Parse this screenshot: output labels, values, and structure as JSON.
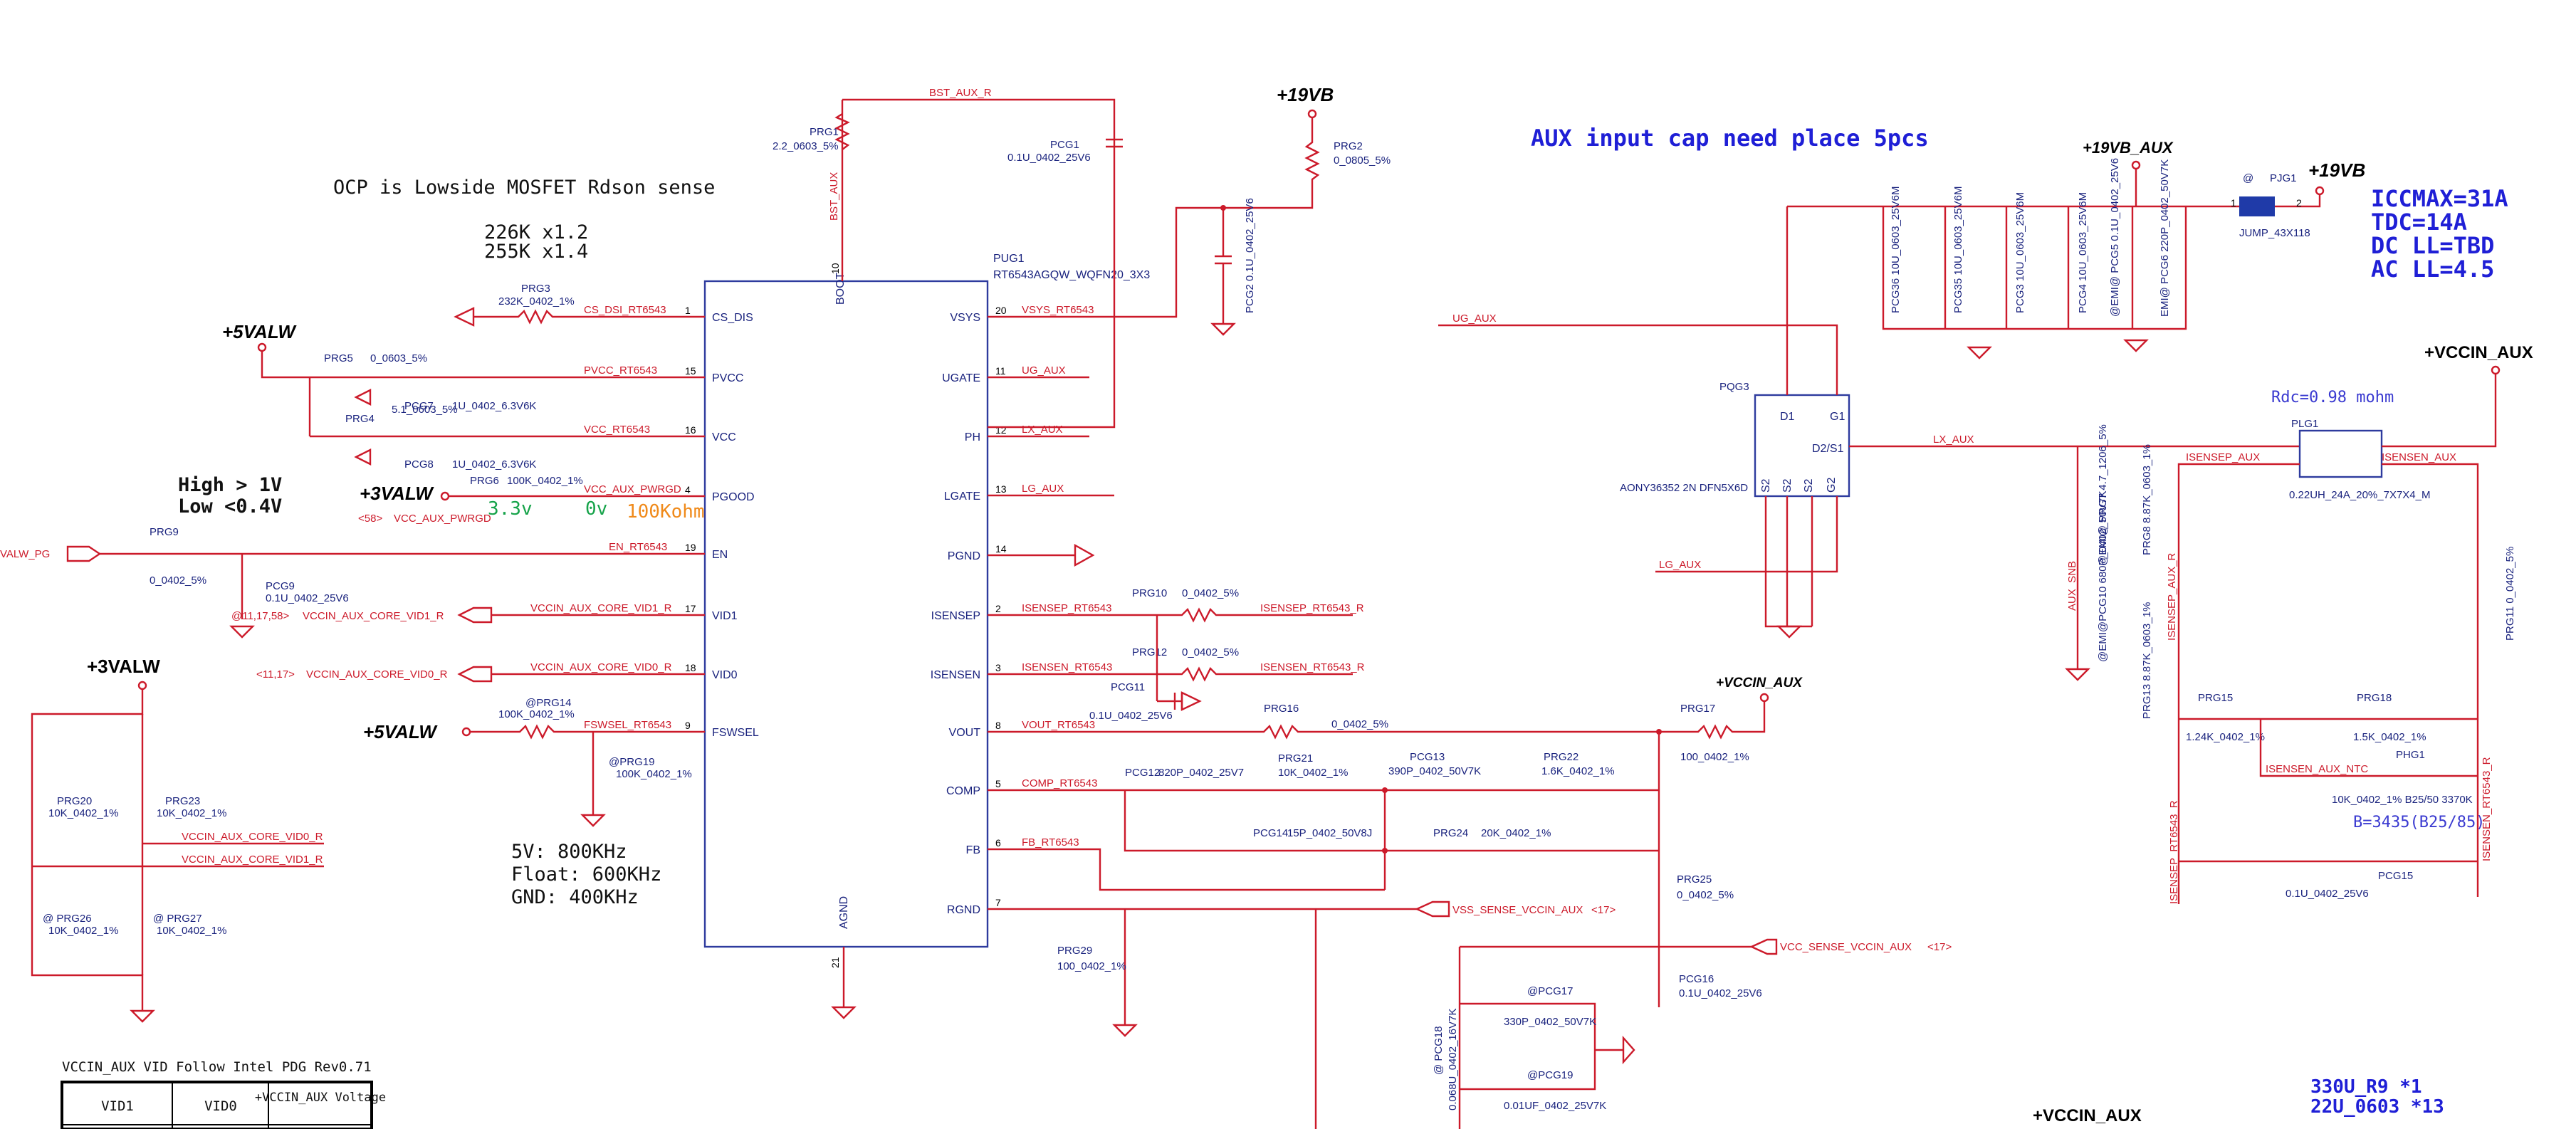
{
  "notes": {
    "ocp": "OCP is Lowside MOSFET Rdson sense",
    "ocp_k12": "226K x1.2",
    "ocp_k14": "255K x1.4",
    "high": "High > 1V",
    "low": "Low <0.4V",
    "freq_5v": "5V: 800KHz",
    "freq_float": "Float: 600KHz",
    "freq_gnd": "GND: 400KHz",
    "aux_caps": "AUX input cap need place 5pcs",
    "iccmax": "ICCMAX=31A",
    "tdc": "TDC=14A",
    "dc_ll": "DC LL=TBD",
    "ac_ll": "AC LL=4.5",
    "rdc": "Rdc=0.98 mohm",
    "b_const": "B=3435(B25/85)",
    "v33": "3.3v",
    "v0": "0v",
    "k100": "100Kohm",
    "c330": "330U_R9   *1",
    "c22": "22U_0603  *13"
  },
  "power": {
    "p19vb_a": "+19VB",
    "p19vb_b": "+19VB",
    "p19vb_aux": "+19VB_AUX",
    "p5valw_a": "+5VALW",
    "p5valw_b": "+5VALW",
    "p3valw_a": "+3VALW",
    "p3valw_b": "+3VALW",
    "vccin_aux_a": "+VCCIN_AUX",
    "vccin_aux_b": "+VCCIN_AUX",
    "vccin_aux_c": "+VCCIN_AUX"
  },
  "ic": {
    "ref": "PUG1",
    "part": "RT6543AGQW_WQFN20_3X3",
    "boot": "BOOT",
    "agnd": "AGND",
    "left_pins": [
      {
        "num": "1",
        "name": "CS_DIS"
      },
      {
        "num": "15",
        "name": "PVCC"
      },
      {
        "num": "16",
        "name": "VCC"
      },
      {
        "num": "4",
        "name": "PGOOD"
      },
      {
        "num": "19",
        "name": "EN"
      },
      {
        "num": "17",
        "name": "VID1"
      },
      {
        "num": "18",
        "name": "VID0"
      },
      {
        "num": "9",
        "name": "FSWSEL"
      }
    ],
    "right_pins": [
      {
        "num": "20",
        "name": "VSYS"
      },
      {
        "num": "11",
        "name": "UGATE"
      },
      {
        "num": "12",
        "name": "PH"
      },
      {
        "num": "13",
        "name": "LGATE"
      },
      {
        "num": "14",
        "name": "PGND"
      },
      {
        "num": "2",
        "name": "ISENSEP"
      },
      {
        "num": "3",
        "name": "ISENSEN"
      },
      {
        "num": "8",
        "name": "VOUT"
      },
      {
        "num": "5",
        "name": "COMP"
      },
      {
        "num": "6",
        "name": "FB"
      },
      {
        "num": "7",
        "name": "RGND"
      }
    ],
    "boot_num": "10",
    "agnd_num": "21"
  },
  "nets": {
    "bst_aux_r": "BST_AUX_R",
    "bst_aux": "BST_AUX",
    "cs_dsi": "CS_DSI_RT6543",
    "pvcc": "PVCC_RT6543",
    "vcc": "VCC_RT6543",
    "vcc_aux_pwrgd": "VCC_AUX_PWRGD",
    "vcc_aux_pwrgd2": "VCC_AUX_PWRGD",
    "ref58": "<58>",
    "en": "EN_RT6543",
    "valw_pg": "VALW_PG",
    "vid1_r": "VCCIN_AUX_CORE_VID1_R",
    "vid1": "VCCIN_AUX_CORE_VID1_R",
    "vid1_ref": "@11,17,58>",
    "vid0_r": "VCCIN_AUX_CORE_VID0_R",
    "vid0": "VCCIN_AUX_CORE_VID0_R",
    "vid0_ref": "<11,17>",
    "fswsel": "FSWSEL_RT6543",
    "vsys": "VSYS_RT6543",
    "ug_aux": "UG_AUX",
    "lx_aux": "LX_AUX",
    "lg_aux": "LG_AUX",
    "ug_aux2": "UG_AUX",
    "lx_aux2": "LX_AUX",
    "lg_aux2": "LG_AUX",
    "isensep": "ISENSEP_RT6543",
    "isensep_r": "ISENSEP_RT6543_R",
    "isensen": "ISENSEN_RT6543",
    "isensen_r": "ISENSEN_RT6543_R",
    "vout": "VOUT_RT6543",
    "comp": "COMP_RT6543",
    "fb": "FB_RT6543",
    "vss_sense": "VSS_SENSE_VCCIN_AUX",
    "vss_ref": "<17>",
    "vcc_sense": "VCC_SENSE_VCCIN_AUX",
    "vcc_ref": "<17>",
    "isensep_aux": "ISENSEP_AUX",
    "isensen_aux": "ISENSEN_AUX",
    "isensep_aux_r": "ISENSEP_AUX_R",
    "isensen_aux_ntc": "ISENSEN_AUX_NTC",
    "isensen_r6543": "ISENSEN_RT6543_R",
    "isensep_r6543": "ISENSEP_RT6543_R",
    "aux_snb": "AUX_SNB",
    "vid0_l": "VCCIN_AUX_CORE_VID0_R",
    "vid1_l": "VCCIN_AUX_CORE_VID1_R"
  },
  "parts": {
    "prg1": "PRG1",
    "prg1_v": "2.2_0603_5%",
    "pcg1": "PCG1",
    "pcg1_v": "0.1U_0402_25V6",
    "prg2": "PRG2",
    "prg2_v": "0_0805_5%",
    "pcg2_v": "PCG2 0.1U_0402_25V6",
    "prg3": "PRG3",
    "prg3_v": "232K_0402_1%",
    "prg5": "PRG5",
    "prg5_v": "0_0603_5%",
    "pcg7": "PCG7",
    "pcg7_v": "1U_0402_6.3V6K",
    "prg4": "PRG4",
    "prg4_v": "5.1_0603_5%",
    "pcg8": "PCG8",
    "pcg8_v": "1U_0402_6.3V6K",
    "prg6": "PRG6",
    "prg6_v": "100K_0402_1%",
    "prg9": "PRG9",
    "prg9_v": "0_0402_5%",
    "pcg9": "PCG9",
    "pcg9_v": "0.1U_0402_25V6",
    "prg14": "@PRG14",
    "prg14_v": "100K_0402_1%",
    "prg19": "@PRG19",
    "prg19_v": "100K_0402_1%",
    "prg20": "PRG20",
    "prg20_v": "10K_0402_1%",
    "prg23": "PRG23",
    "prg23_v": "10K_0402_1%",
    "prg26": "@ PRG26",
    "prg26_v": "10K_0402_1%",
    "prg27": "@ PRG27",
    "prg27_v": "10K_0402_1%",
    "prg10": "PRG10",
    "prg10_v": "0_0402_5%",
    "prg12": "PRG12",
    "prg12_v": "0_0402_5%",
    "pcg11": "PCG11",
    "pcg11_v": "0.1U_0402_25V6",
    "prg16": "PRG16",
    "prg16_v": "0_0402_5%",
    "prg17": "PRG17",
    "prg17_v": "100_0402_1%",
    "prg21": "PRG21",
    "prg21_v": "10K_0402_1%",
    "pcg12": "PCG12",
    "pcg12_v": "820P_0402_25V7",
    "pcg13": "PCG13",
    "pcg13_v": "390P_0402_50V7K",
    "prg22": "PRG22",
    "prg22_v": "1.6K_0402_1%",
    "pcg14": "PCG14",
    "pcg14_v": "15P_0402_50V8J",
    "prg24": "PRG24",
    "prg24_v": "20K_0402_1%",
    "prg25": "PRG25",
    "prg25_v": "0_0402_5%",
    "prg29": "PRG29",
    "prg29_v": "100_0402_1%",
    "pcg16": "PCG16",
    "pcg16_v": "0.1U_0402_25V6",
    "pcg17": "@PCG17",
    "pcg17_v": "330P_0402_50V7K",
    "pcg18": "@ PCG18",
    "pcg18_v": "0.068U_0402_16V7K",
    "pcg19": "@PCG19",
    "pcg19_v": "0.01UF_0402_25V7K",
    "pqg3": "PQG3",
    "pqg3_v": "AONY36352 2N DFN5X6D",
    "pjg1": "PJG1",
    "pjg1_v": "JUMP_43X118",
    "pjg1_at": "@",
    "plg1": "PLG1",
    "plg1_v": "0.22UH_24A_20%_7X7X4_M",
    "pcg36": "PCG36 10U_0603_25V6M",
    "pcg35": "PCG35 10U_0603_25V6M",
    "pcg3": "PCG3 10U_0603_25V6M",
    "pcg4": "PCG4 10U_0603_25V6M",
    "pcg5": "@EMI@ PCG5 0.1U_0402_25V6",
    "pcg6": "EMI@ PCG6 220P_0402_50V7K",
    "prg7": "@EMI@ PRG7 4.7_1206_5%",
    "pcg10": "@EMI@PCG10 680P_0402_50V7K",
    "prg8": "PRG8 8.87K_0603_1%",
    "prg13": "PRG13 8.87K_0603_1%",
    "prg11": "PRG11 0_0402_5%",
    "prg15": "PRG15",
    "prg15_v": "1.24K_0402_1%",
    "prg18": "PRG18",
    "prg18_v": "1.5K_0402_1%",
    "phg1": "PHG1",
    "phg1_v": "10K_0402_1% B25/50 3370K",
    "pcg15": "PCG15",
    "pcg15_v": "0.1U_0402_25V6",
    "q_d1": "D1",
    "q_g1": "G1",
    "q_d2s1": "D2/S1",
    "q_s2": "S2",
    "q_g2": "G2"
  },
  "vid_table": {
    "title": "VCCIN_AUX VID Follow Intel PDG Rev0.71",
    "headers": [
      "VID1",
      "VID0",
      "+VCCIN_AUX Voltage"
    ]
  }
}
